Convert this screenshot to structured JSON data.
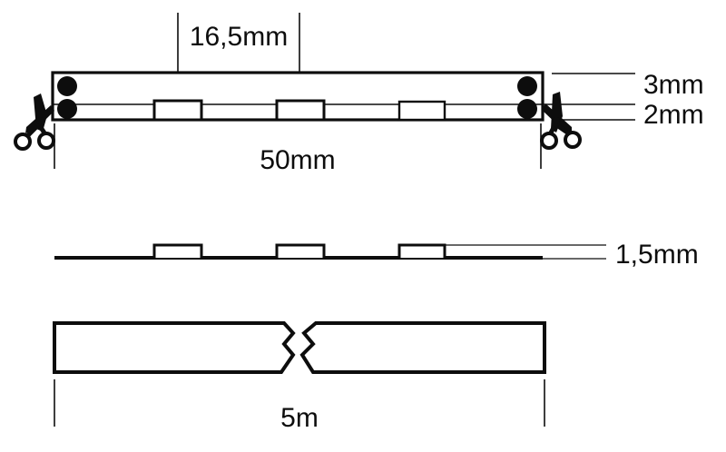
{
  "drawing": {
    "title": "LED strip technical dimension drawing",
    "background_color": "#ffffff",
    "line_color": "#0d0d0d",
    "views": [
      {
        "name": "top-view",
        "labels": {
          "pitch": "16,5mm",
          "cut_length": "50mm",
          "width_outer": "3mm",
          "width_inner": "2mm"
        },
        "cut_marks": 2,
        "solder_pad_pairs": 2,
        "led_pads": 3
      },
      {
        "name": "side-view",
        "labels": {
          "thickness": "1,5mm"
        },
        "led_pads": 3
      },
      {
        "name": "full-reel-view",
        "labels": {
          "total_length": "5m"
        },
        "break_symbol": "zigzag"
      }
    ]
  },
  "dimensions": {
    "pitch": "16,5mm",
    "cut_length": "50mm",
    "strip_width_top": "3mm",
    "strip_width_bottom": "2mm",
    "thickness": "1,5mm",
    "total_length": "5m"
  },
  "icons": {
    "scissors_left": "scissors-icon",
    "scissors_right": "scissors-icon"
  }
}
